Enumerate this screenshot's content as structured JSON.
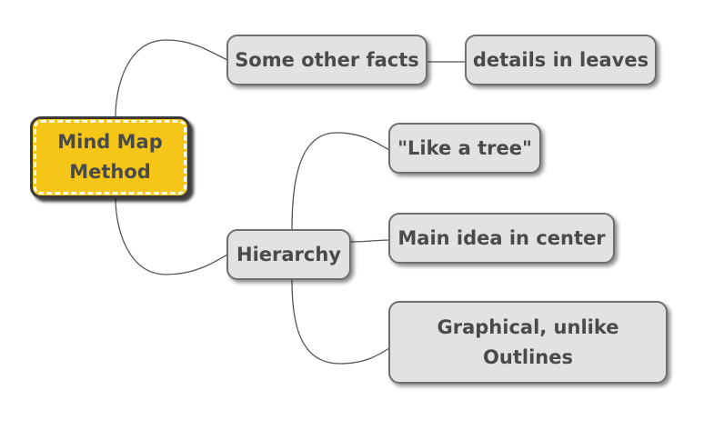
{
  "diagram": {
    "type": "mind-map",
    "accent_color": "#f5c518",
    "node_color": "#e2e2e2",
    "root": {
      "lines": [
        "Mind Map",
        "Method"
      ]
    },
    "branches": [
      {
        "label": "Some other facts",
        "children": [
          {
            "label": "details in leaves"
          }
        ]
      },
      {
        "label": "Hierarchy",
        "children": [
          {
            "label": "\"Like a tree\""
          },
          {
            "label": "Main idea in center"
          },
          {
            "lines": [
              "Graphical, unlike",
              "Outlines"
            ]
          }
        ]
      }
    ]
  }
}
